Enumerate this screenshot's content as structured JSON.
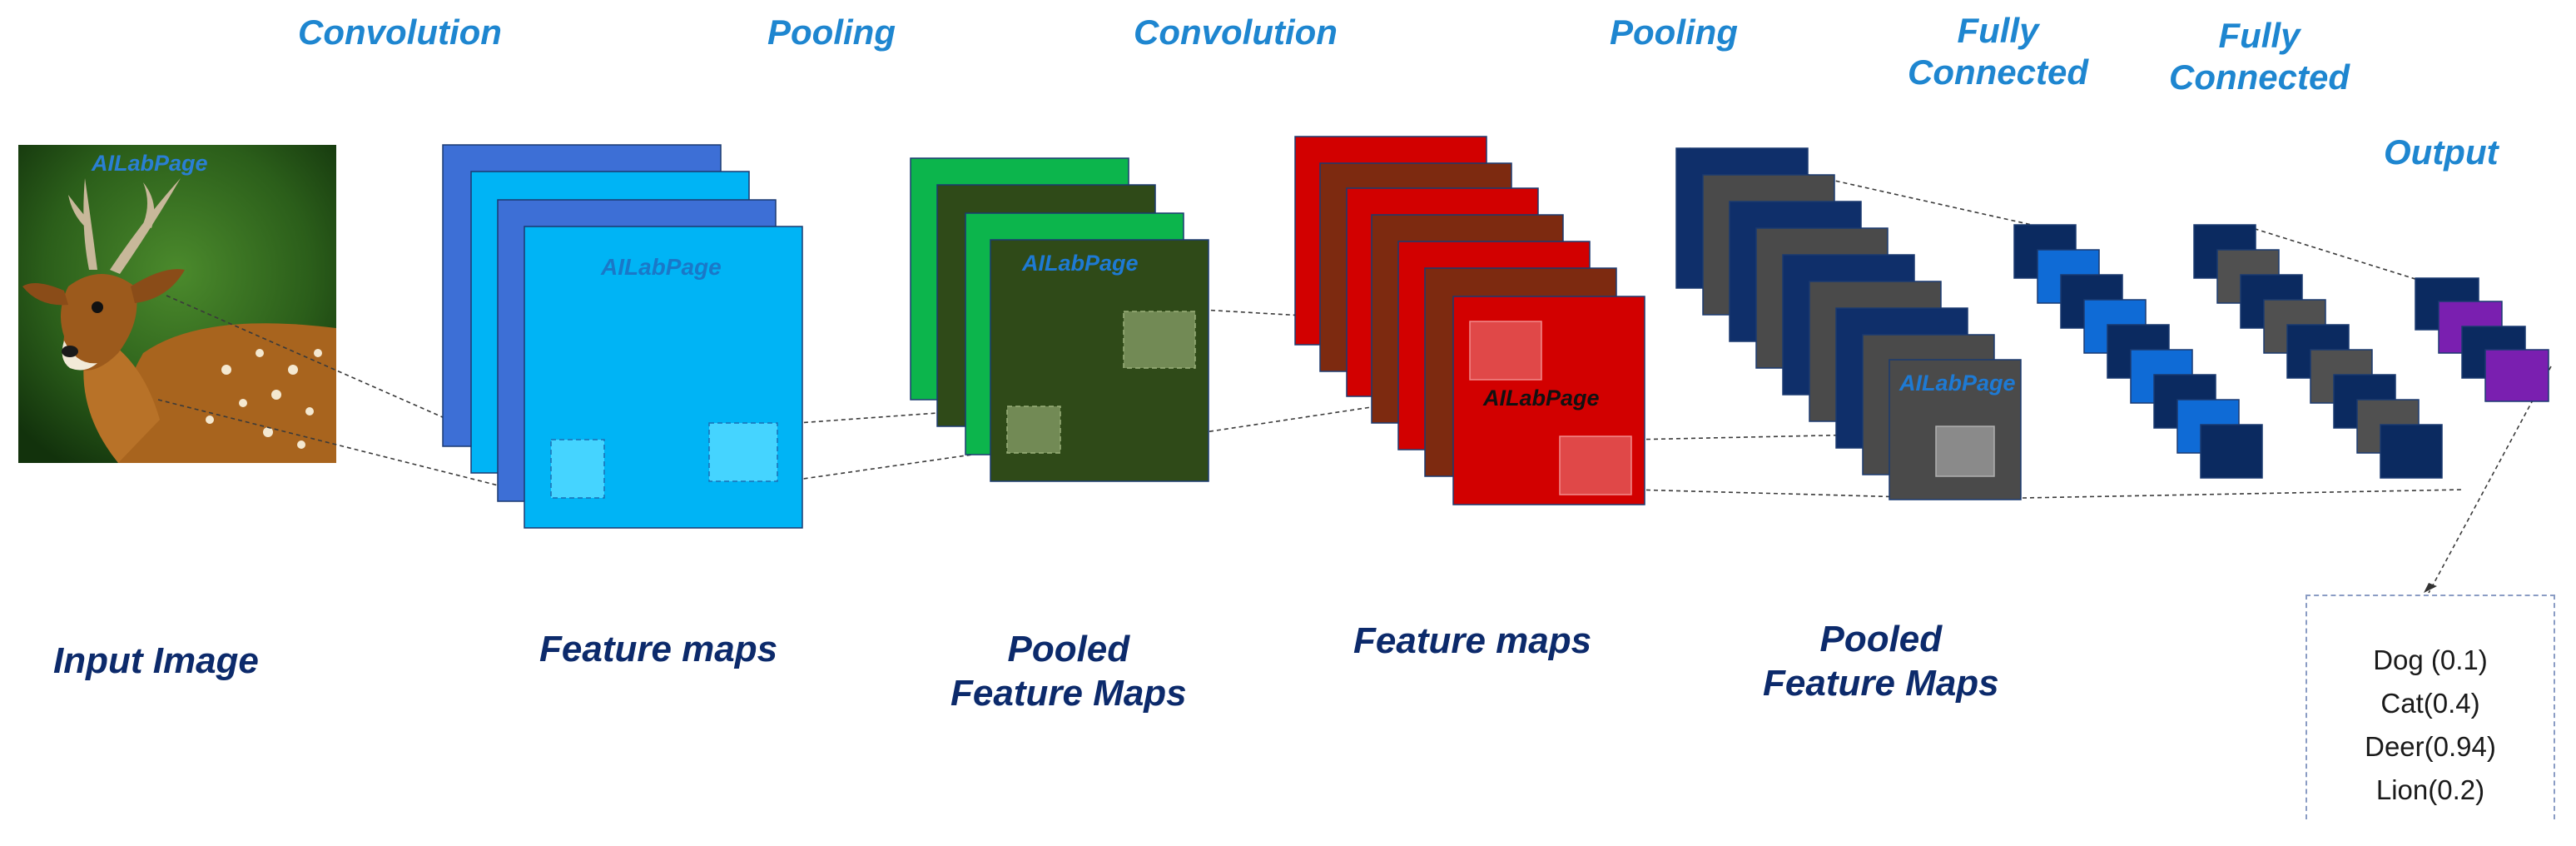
{
  "stage_labels": {
    "convolution_1": "Convolution",
    "pooling_1": "Pooling",
    "convolution_2": "Convolution",
    "pooling_2": "Pooling",
    "fully_connected_1_line1": "Fully",
    "fully_connected_1_line2": "Connected",
    "fully_connected_2_line1": "Fully",
    "fully_connected_2_line2": "Connected",
    "output": "Output"
  },
  "bottom_labels": {
    "input_image": "Input Image",
    "feature_maps_1": "Feature maps",
    "pooled_feature_maps_1_line1": "Pooled",
    "pooled_feature_maps_1_line2": "Feature Maps",
    "feature_maps_2": "Feature maps",
    "pooled_feature_maps_2_line1": "Pooled",
    "pooled_feature_maps_2_line2": "Feature Maps"
  },
  "watermarks": {
    "input": "AILabPage",
    "conv1": "AILabPage",
    "pool1": "AILabPage",
    "conv2": "AILabPage",
    "pool2": "AILabPage"
  },
  "output_classes": [
    {
      "text": "Dog (0.1)"
    },
    {
      "text": "Cat(0.4)"
    },
    {
      "text": "Deer(0.94)"
    },
    {
      "text": "Lion(0.2)"
    }
  ],
  "colors": {
    "conv1_back": "#3d6fd6",
    "conv1_front": "#00b4f5",
    "pool1_light": "#0cb54c",
    "pool1_dark": "#2f4a18",
    "conv2_red": "#d20000",
    "conv2_brown": "#7d2a10",
    "pool2_navy": "#0f2f6a",
    "pool2_gray": "#4a4a4a",
    "fc1_navy": "#0b2a60",
    "fc1_blue": "#0f6bd6",
    "fc2_navy": "#0b2a60",
    "fc2_gray": "#505050",
    "out_navy": "#0b2a60",
    "out_purple": "#7a1fb0",
    "stage_label": "#1e86d0",
    "bottom_label": "#0c2a6b"
  }
}
